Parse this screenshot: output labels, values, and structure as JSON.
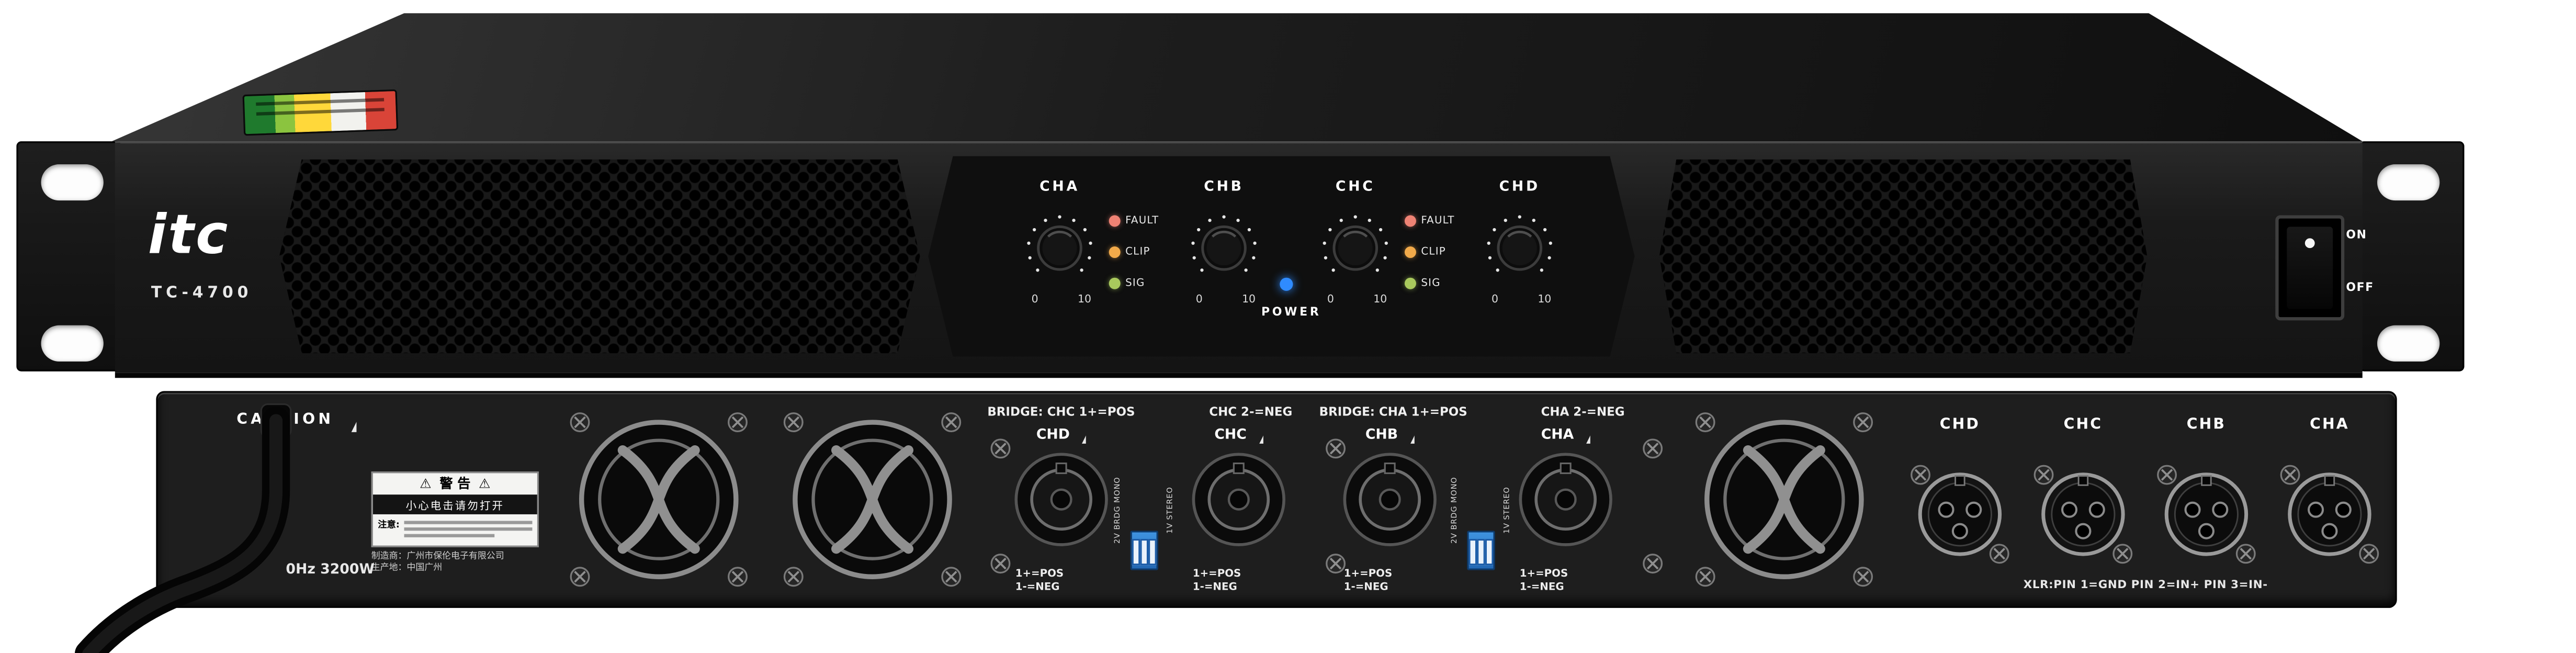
{
  "product": {
    "brand": "itc",
    "model": "TC-4700"
  },
  "front": {
    "channels": [
      "CHA",
      "CHB",
      "CHC",
      "CHD"
    ],
    "knob_min": "0",
    "knob_max": "10",
    "led_labels": [
      "FAULT",
      "CLIP",
      "SIG"
    ],
    "power_label": "POWER",
    "switch_on": "ON",
    "switch_off": "OFF"
  },
  "rear": {
    "caution": "CAUTION",
    "warning": {
      "title": "警 告",
      "subtitle": "小心电击请勿打开",
      "note": "注意:"
    },
    "manufacturer_line1": "制造商：广州市保伦电子有限公司",
    "manufacturer_line2": "生产地：中国广州",
    "power_spec": "0Hz 3200W",
    "speakon_groups": [
      {
        "bridge_label_1": "BRIDGE: CHC 1+=POS",
        "bridge_label_2": "CHC 2-=NEG",
        "left_channel": "CHD",
        "right_channel": "CHC",
        "wiring_line1": "1+=POS",
        "wiring_line2": "1-=NEG"
      },
      {
        "bridge_label_1": "BRIDGE: CHA 1+=POS",
        "bridge_label_2": "CHA 2-=NEG",
        "left_channel": "CHB",
        "right_channel": "CHA",
        "wiring_line1": "1+=POS",
        "wiring_line2": "1-=NEG"
      }
    ],
    "dip_left_label": "2V BRDG MONO",
    "dip_right_label": "1V STEREO",
    "xlr_channels": [
      "CHD",
      "CHC",
      "CHB",
      "CHA"
    ],
    "xlr_note": "XLR:PIN 1=GND PIN 2=IN+ PIN 3=IN-"
  },
  "colors": {
    "led_fault": "#ef8274",
    "led_clip": "#f2aa4a",
    "led_signal": "#a9c95d",
    "led_power": "#2f8bff",
    "dip_switch_blue": "#2f7fd6"
  }
}
